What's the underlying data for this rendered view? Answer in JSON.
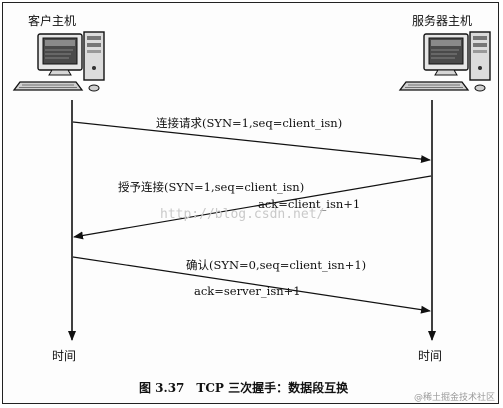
{
  "hosts": {
    "client": "客户主机",
    "server": "服务器主机"
  },
  "time_labels": {
    "client": "时间",
    "server": "时间"
  },
  "messages": [
    {
      "line1": "连接请求(SYN=1,seq=client_isn)",
      "line2": ""
    },
    {
      "line1": "授予连接(SYN=1,seq=client_isn)",
      "line2": "ack=client_isn+1"
    },
    {
      "line1": "确认(SYN=0,seq=client_isn+1)",
      "line2": "ack=server_isn+1"
    }
  ],
  "caption": "图 3.37　TCP 三次握手：数据段互换",
  "watermarks": {
    "blog": "http://blog.csdn.net/",
    "corner": "@稀土掘金技术社区"
  },
  "icons": {
    "client": "desktop-computer-icon",
    "server": "desktop-computer-icon"
  }
}
